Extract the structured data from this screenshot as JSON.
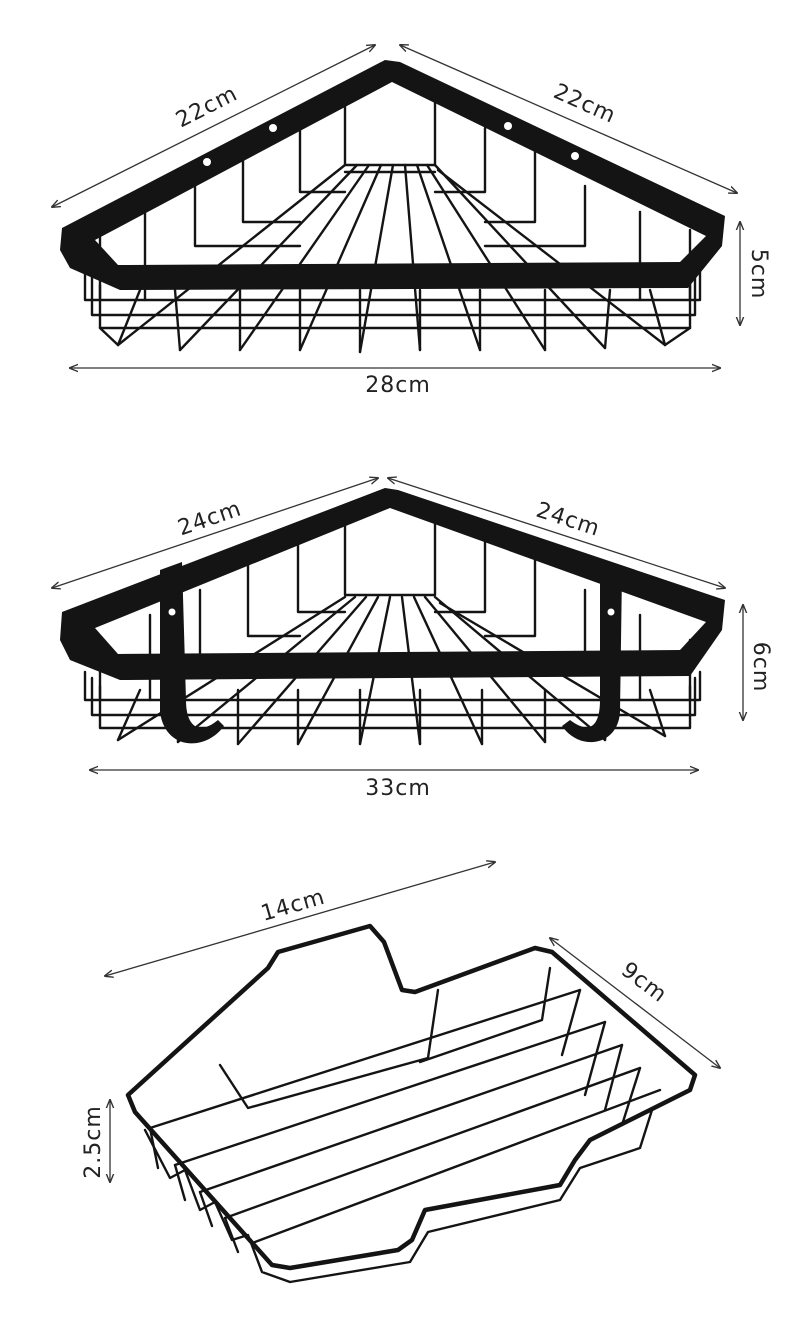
{
  "colors": {
    "background": "#ffffff",
    "product": "#141414",
    "dimension": "#222222"
  },
  "products": [
    {
      "name": "small-corner-shelf",
      "dims": {
        "left_edge": "22cm",
        "right_edge": "22cm",
        "height": "5cm",
        "width": "28cm"
      }
    },
    {
      "name": "large-corner-shelf",
      "dims": {
        "left_edge": "24cm",
        "right_edge": "24cm",
        "height": "6cm",
        "width": "33cm"
      }
    },
    {
      "name": "soap-dish",
      "dims": {
        "length": "14cm",
        "depth": "9cm",
        "height": "2.5cm"
      }
    }
  ]
}
